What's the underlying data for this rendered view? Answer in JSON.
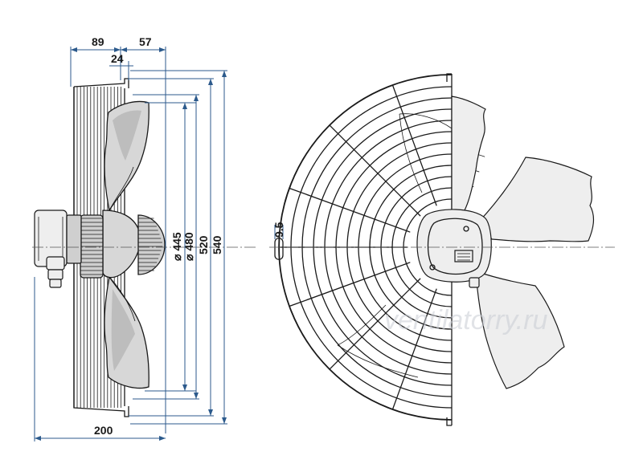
{
  "dimensions": {
    "d89": "89",
    "d57": "57",
    "d24": "24",
    "d200": "200",
    "d9_5": "9.5",
    "d445": "⌀ 445",
    "d480": "⌀ 480",
    "d520": "520",
    "d540": "540"
  },
  "watermark": "ventilatorry.ru",
  "colors": {
    "line": "#1a1a1a",
    "dimension": "#2c5a8c",
    "fill": "#cfcfcf"
  }
}
